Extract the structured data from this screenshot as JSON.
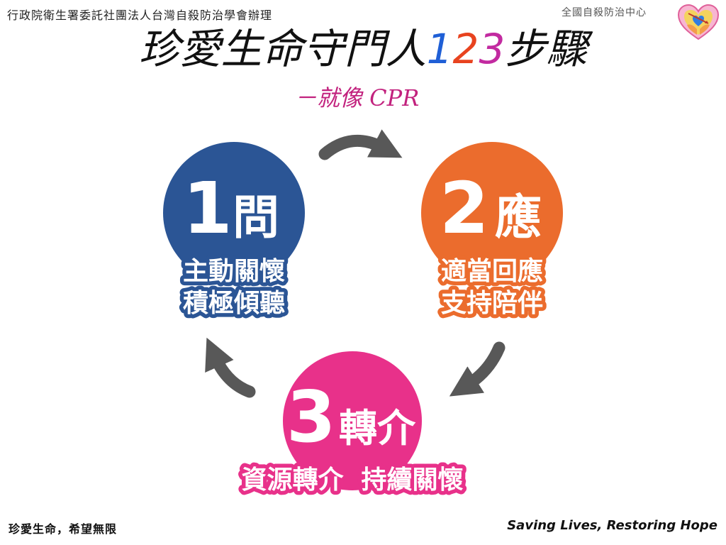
{
  "header": {
    "organizer": "行政院衛生署委託社團法人台灣自殺防治學會辦理",
    "center": "全國自殺防治中心"
  },
  "title": {
    "main": "珍愛生命守門人",
    "digit1": "1",
    "digit2": "2",
    "digit3": "3",
    "suffix": "步驟",
    "subtitle": "－就像 CPR"
  },
  "steps": [
    {
      "number": "1",
      "word": "問",
      "line1": "主動關懷",
      "line2": "積極傾聽",
      "color": "#2b5595"
    },
    {
      "number": "2",
      "word": "應",
      "line1": "適當回應",
      "line2": "支持陪伴",
      "color": "#eb6c2d"
    },
    {
      "number": "3",
      "word": "轉介",
      "line1": "資源轉介  持續關懷",
      "color": "#e8318a"
    }
  ],
  "colors": {
    "digit1": "#1f5fd6",
    "digit2": "#e8431f",
    "digit3": "#c22aa0",
    "arrow": "#585858",
    "subtitle": "#c2227e"
  },
  "footer": {
    "left": "珍愛生命，希望無限",
    "right": "Saving Lives, Restoring Hope"
  }
}
